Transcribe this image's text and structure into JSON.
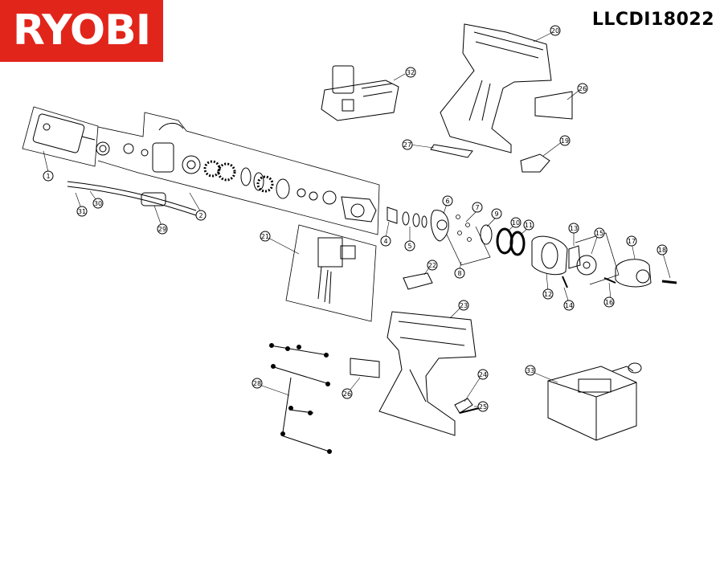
{
  "brand": {
    "logo_text": "RYOBI",
    "color": "#e1251b"
  },
  "model": "LLCDI18022",
  "callouts": {
    "c1": "1",
    "c2": "2",
    "c4": "4",
    "c5": "5",
    "c6": "6",
    "c7": "7",
    "c8": "8",
    "c9": "9",
    "c10": "10",
    "c11": "11",
    "c12": "12",
    "c13": "13",
    "c14": "14",
    "c15": "15",
    "c16": "16",
    "c17": "17",
    "c18": "18",
    "c19": "19",
    "c20": "20",
    "c21": "21",
    "c22": "22",
    "c23": "23",
    "c24": "24",
    "c25": "25",
    "c26a": "26",
    "c26b": "26",
    "c27": "27",
    "c28": "28",
    "c29": "29",
    "c30": "30",
    "c31": "31",
    "c32": "32",
    "c33": "33"
  }
}
